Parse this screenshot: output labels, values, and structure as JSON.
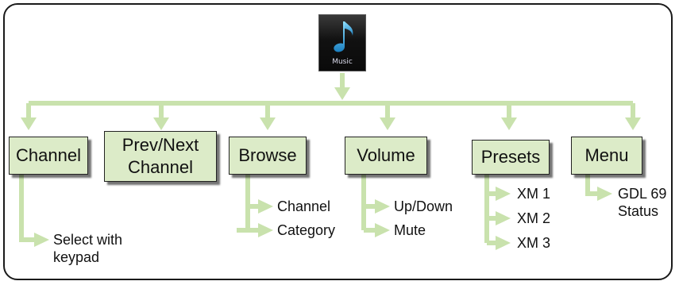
{
  "root": {
    "icon": "music-note-icon",
    "label": "Music"
  },
  "menu": [
    {
      "label": "Channel",
      "children": [
        "Select with\nkeypad"
      ]
    },
    {
      "label": "Prev/Next\nChannel",
      "children": []
    },
    {
      "label": "Browse",
      "children": [
        "Channel",
        "Category"
      ]
    },
    {
      "label": "Volume",
      "children": [
        "Up/Down",
        "Mute"
      ]
    },
    {
      "label": "Presets",
      "children": [
        "XM 1",
        "XM 2",
        "XM 3"
      ]
    },
    {
      "label": "Menu",
      "children": [
        "GDL 69\nStatus"
      ]
    }
  ],
  "colors": {
    "box_fill": "#dcebc8",
    "connector": "#c9e2ad",
    "border": "#222222"
  }
}
